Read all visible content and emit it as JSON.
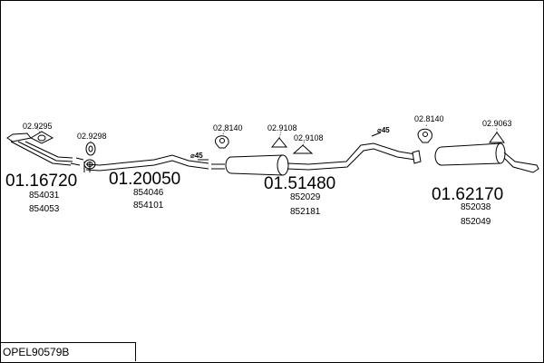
{
  "kit_reference": "OPEL90579B",
  "parts": [
    {
      "number": "01.16720",
      "refs": [
        "854031",
        "854053"
      ]
    },
    {
      "number": "01.20050",
      "refs": [
        "854046",
        "854101"
      ]
    },
    {
      "number": "01.51480",
      "refs": [
        "852029",
        "852181"
      ]
    },
    {
      "number": "01.62170",
      "refs": [
        "852038",
        "852049"
      ]
    }
  ],
  "accessories": [
    "02.9295",
    "02.9298",
    "02.8140",
    "02.9108",
    "02.9108",
    "02.8140",
    "02.9063"
  ],
  "diameters": [
    "⌀45",
    "⌀45"
  ],
  "icons": {
    "clamp": "clamp-icon",
    "rubber_mount": "rubber-mount-icon",
    "flange_ring": "flange-ring-icon"
  }
}
